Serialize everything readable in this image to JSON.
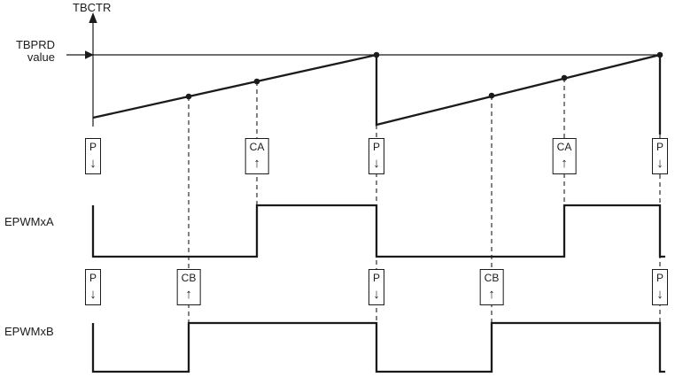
{
  "diagram": {
    "counter_axis_label": "TBCTR",
    "tbprd_label": {
      "line1": "TBPRD",
      "line2": "value"
    },
    "waveforms": {
      "a_label": "EPWMxA",
      "b_label": "EPWMxB"
    },
    "events_row1": [
      {
        "label": "P",
        "arrow": "↓"
      },
      {
        "label": "CA",
        "arrow": "↑"
      },
      {
        "label": "P",
        "arrow": "↓"
      },
      {
        "label": "CA",
        "arrow": "↑"
      },
      {
        "label": "P",
        "arrow": "↓"
      }
    ],
    "events_row2": [
      {
        "label": "P",
        "arrow": "↓"
      },
      {
        "label": "CB",
        "arrow": "↑"
      },
      {
        "label": "P",
        "arrow": "↓"
      },
      {
        "label": "CB",
        "arrow": "↑"
      },
      {
        "label": "P",
        "arrow": "↓"
      }
    ]
  }
}
